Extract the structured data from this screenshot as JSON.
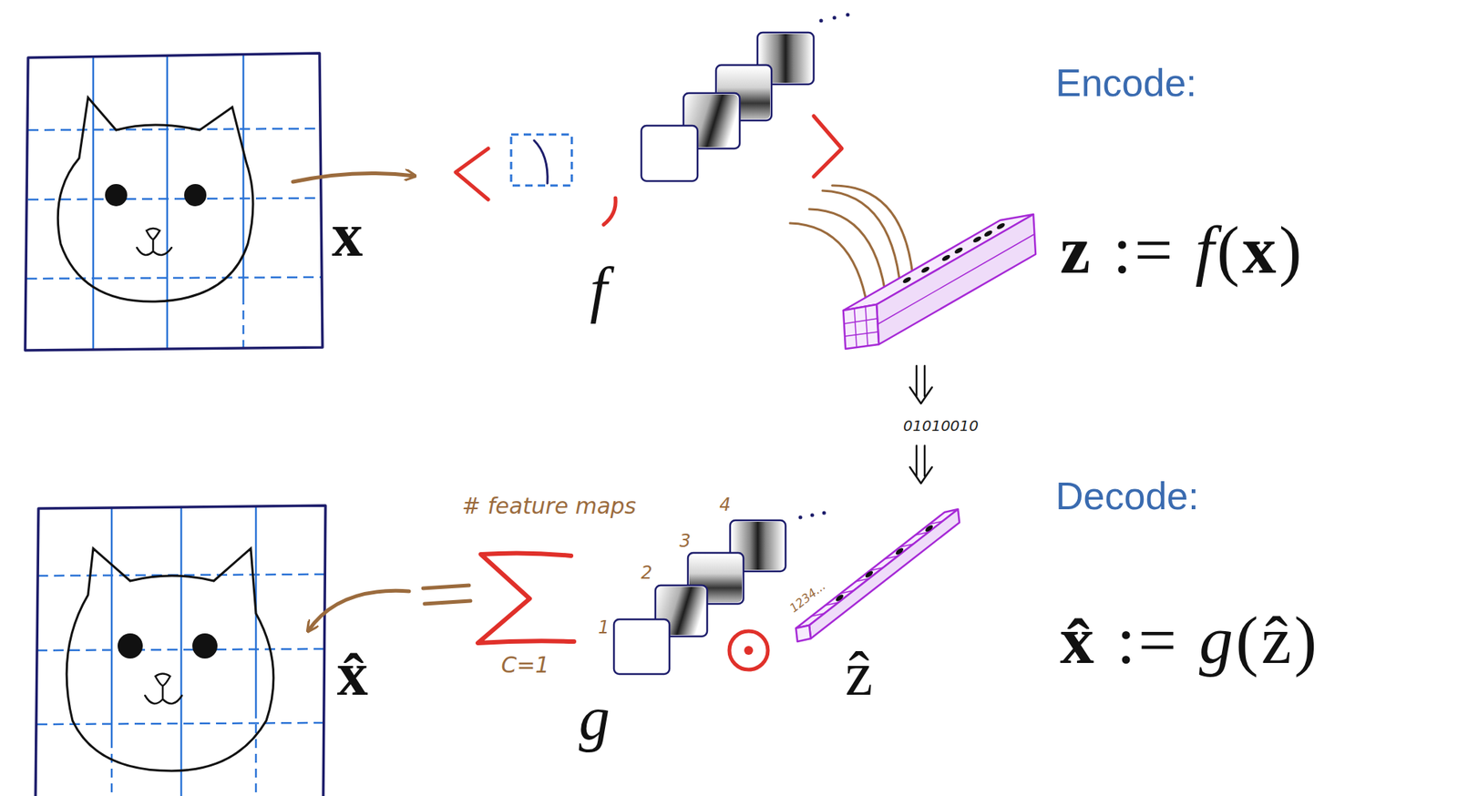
{
  "diagram": {
    "labels": [
      "Encode:",
      "x",
      "f",
      "z := f(x)",
      "01010010",
      "Decode:",
      "# feature maps",
      "4",
      "3",
      "2",
      "1",
      "1234...",
      "x̂",
      "C=1",
      "g",
      "ẑ",
      "x̂ := g(ẑ)"
    ]
  }
}
